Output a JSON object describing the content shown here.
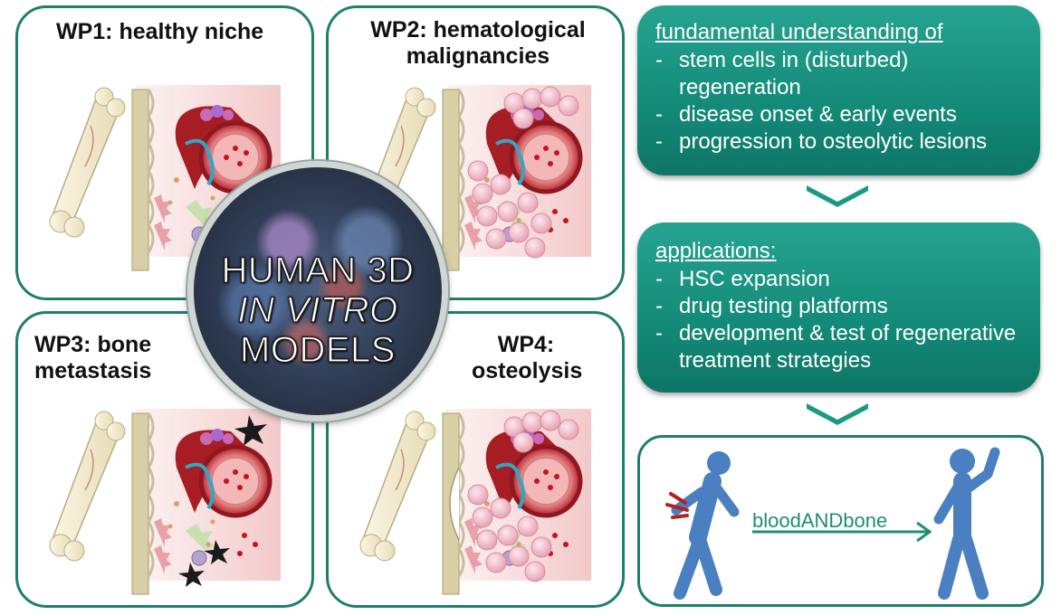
{
  "panels": {
    "wp1": {
      "title": "WP1: healthy niche"
    },
    "wp2": {
      "title": "WP2: hematological\nmalignancies"
    },
    "wp3": {
      "title": "WP3: bone\nmetastasis"
    },
    "wp4": {
      "title": "WP4:\nosteolysis"
    }
  },
  "center": {
    "line1": "HUMAN 3D",
    "line2": "IN VITRO",
    "line3": "MODELS"
  },
  "fundamental": {
    "title": "fundamental understanding of",
    "items": [
      {
        "dash": "-",
        "text": "stem cells in (disturbed) regeneration"
      },
      {
        "dash": "-",
        "text": "disease onset & early events"
      },
      {
        "dash": "-",
        "text": "progression to osteolytic lesions"
      }
    ]
  },
  "applications": {
    "title": "applications:",
    "items": [
      {
        "dash": "-",
        "text": "HSC expansion"
      },
      {
        "dash": "-",
        "text": "drug testing platforms"
      },
      {
        "dash": "-",
        "text": "development & test of regenerative treatment strategies"
      }
    ]
  },
  "outcome": {
    "arrow_label": "bloodANDbone"
  },
  "colors": {
    "teal_dark": "#1f7f6b",
    "teal_box": "#138a78",
    "figure_blue": "#4a7fc1",
    "vessel_red": "#b0202a",
    "pain_red": "#b52020"
  },
  "icons": [
    "bone-icon",
    "blood-vessel-icon",
    "stem-cell-icon",
    "tumor-cell-icon",
    "walking-person-icon",
    "happy-person-icon",
    "chevron-down-icon"
  ]
}
